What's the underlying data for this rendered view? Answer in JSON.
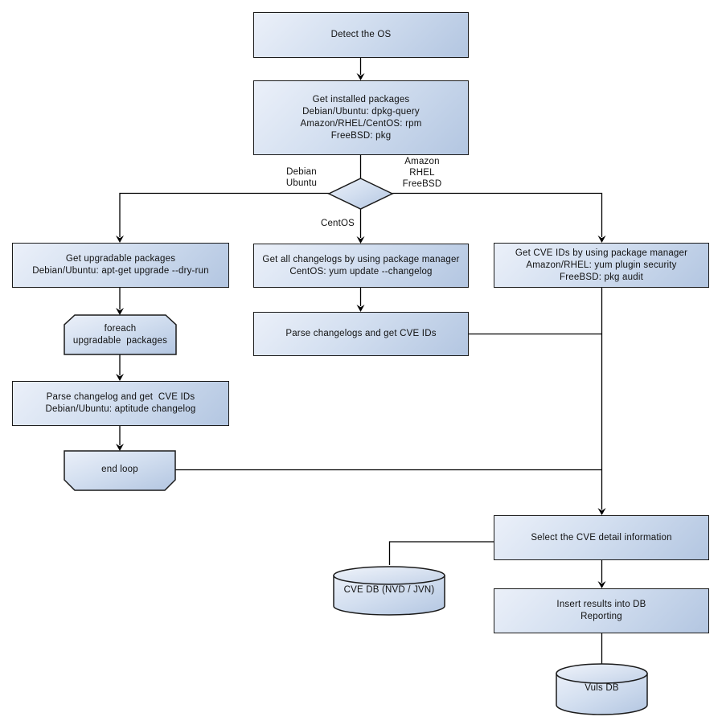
{
  "nodes": {
    "detect_os": "Detect the OS",
    "get_installed_packages": "Get installed packages\nDebian/Ubuntu: dpkg-query\nAmazon/RHEL/CentOS: rpm\nFreeBSD: pkg",
    "get_upgradable_packages": "Get upgradable packages\nDebian/Ubuntu: apt-get upgrade --dry-run",
    "foreach_loop": "foreach\nupgradable  packages",
    "parse_changelog_left": "Parse changelog and get  CVE IDs\nDebian/Ubuntu: aptitude changelog",
    "end_loop": "end loop",
    "get_all_changelogs": "Get all changelogs by using package manager\nCentOS: yum update --changelog",
    "parse_changelogs_mid": "Parse changelogs and get CVE IDs",
    "get_cve_ids": "Get CVE IDs by using package manager\nAmazon/RHEL: yum plugin security\nFreeBSD: pkg audit",
    "select_cve_detail": "Select the CVE detail information",
    "cve_db": "CVE DB (NVD / JVN)",
    "insert_results": "Insert results into DB\nReporting",
    "vuls_db": "Vuls DB"
  },
  "edge_labels": {
    "debian_ubuntu": "Debian\nUbuntu",
    "amazon_rhel_freebsd": "Amazon\nRHEL\nFreeBSD",
    "centos": "CentOS"
  },
  "colors": {
    "node_fill_light": "#ebf0f9",
    "node_fill_dark": "#b3c6e1",
    "node_border": "#1b1b1b",
    "connector": "#000000",
    "background": "#ffffff",
    "text": "#111111"
  }
}
